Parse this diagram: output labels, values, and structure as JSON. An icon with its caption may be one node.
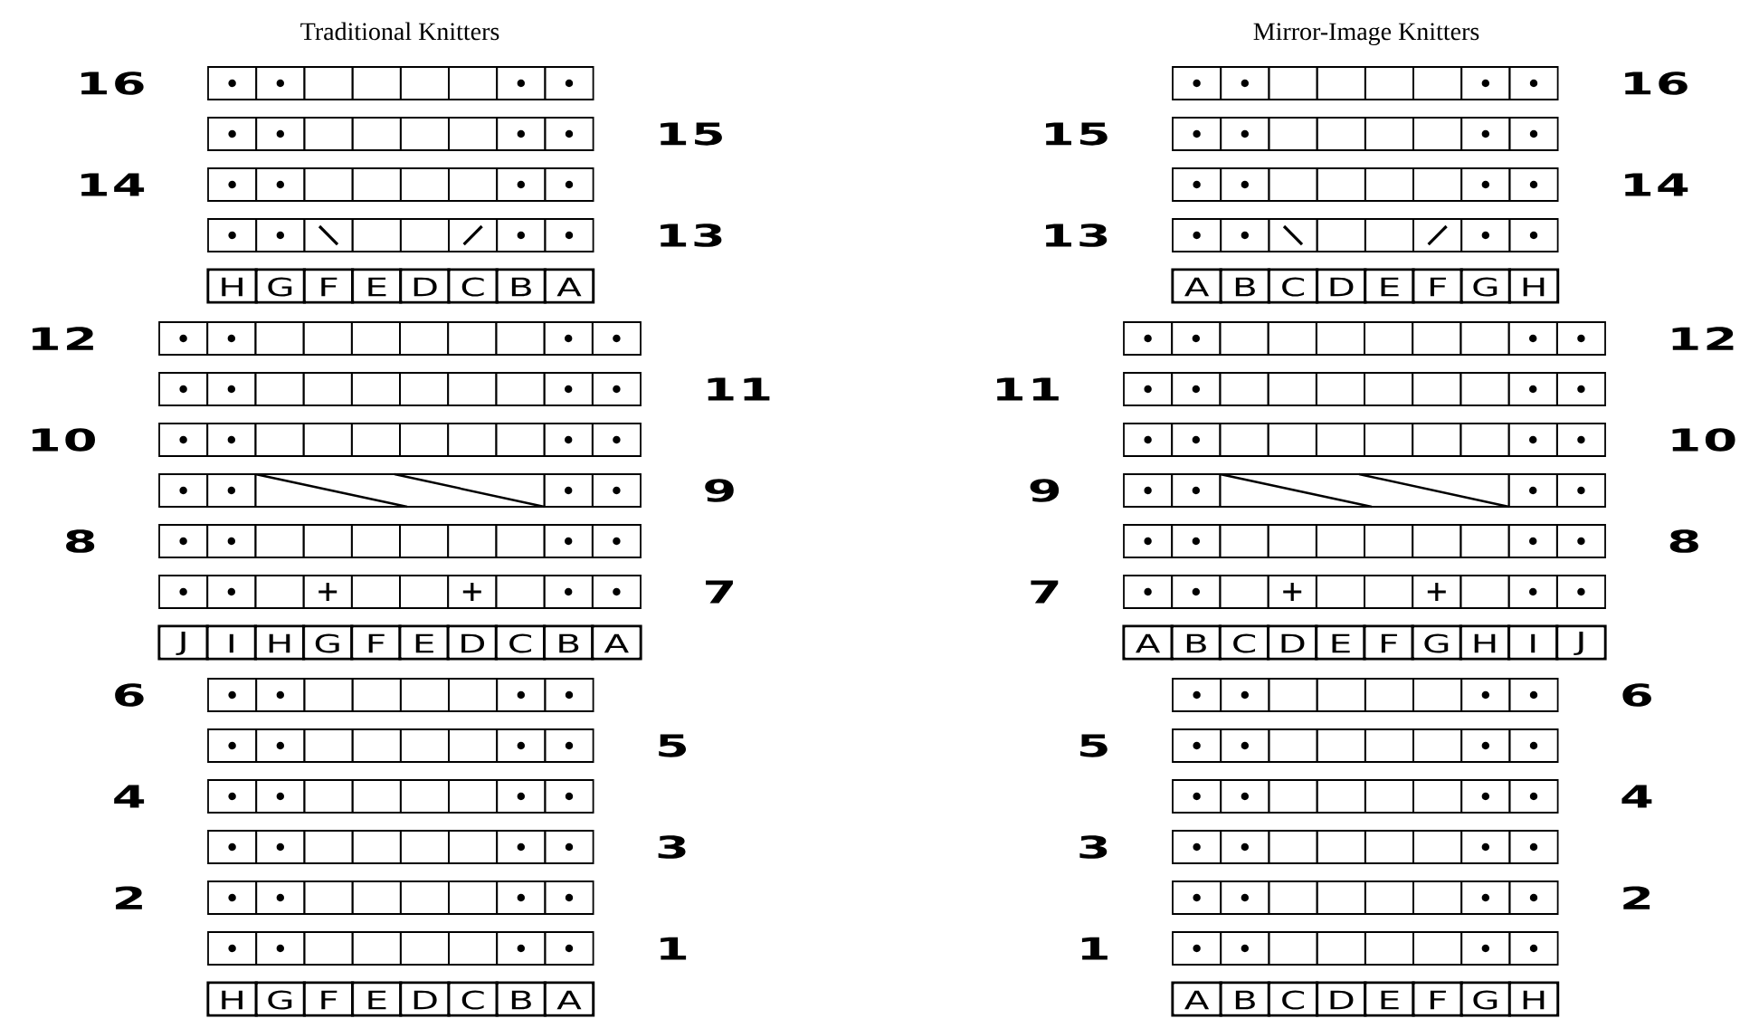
{
  "diagram": {
    "labels": [
      "Traditional Knitters",
      "16",
      "15",
      "14",
      "13",
      "H",
      "G",
      "F",
      "E",
      "D",
      "C",
      "B",
      "A",
      "12",
      "11",
      "10",
      "9",
      "8",
      "7",
      "J",
      "I",
      "H",
      "G",
      "F",
      "E",
      "D",
      "C",
      "B",
      "A",
      "6",
      "5",
      "4",
      "3",
      "2",
      "1",
      "H",
      "G",
      "F",
      "E",
      "D",
      "C",
      "B",
      "A",
      "Mirror-Image Knitters",
      "16",
      "15",
      "14",
      "13",
      "A",
      "B",
      "C",
      "D",
      "E",
      "F",
      "G",
      "H",
      "12",
      "11",
      "10",
      "9",
      "8",
      "7",
      "A",
      "B",
      "C",
      "D",
      "E",
      "F",
      "G",
      "H",
      "I",
      "J",
      "6",
      "5",
      "4",
      "3",
      "2",
      "1",
      "A",
      "B",
      "C",
      "D",
      "E",
      "F",
      "G",
      "H"
    ]
  }
}
